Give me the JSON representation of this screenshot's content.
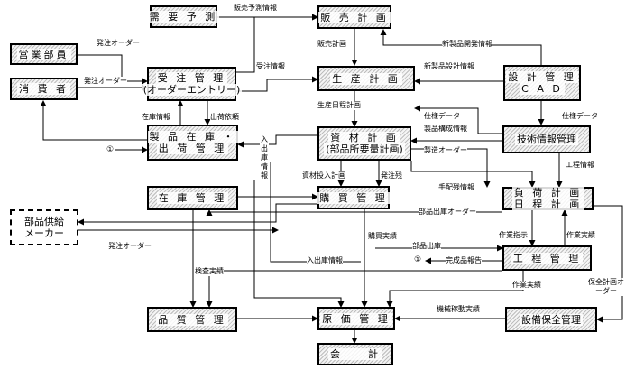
{
  "boxes": {
    "demand_forecast": "需 要 予 測",
    "sales_plan": "販 売 計 画",
    "sales_dept": "営業部員",
    "consumer": "消 費 者",
    "order_mgmt_line1": "受 注 管 理",
    "order_mgmt_line2": "(オーダーエントリー)",
    "production_plan": "生 産 計 画",
    "design_mgmt_line1": "設 計 管 理",
    "design_mgmt_line2": "C A D",
    "product_inventory_line1": "製 品 在 庫 ・",
    "product_inventory_line2": "出 荷 管 理",
    "material_plan_line1": "資 材 計 画",
    "material_plan_line2": "(部品所要量計画)",
    "tech_info_mgmt": "技術情報管理",
    "inventory_mgmt": "在 庫 管 理",
    "purchase_mgmt": "購 買 管 理",
    "load_plan_line1": "負 荷 計 画",
    "load_plan_line2": "日 程 計 画",
    "parts_supplier_line1": "部品供給",
    "parts_supplier_line2": "メーカー",
    "process_mgmt": "工 程 管 理",
    "quality_mgmt": "品 質 管 理",
    "cost_mgmt": "原 価 管 理",
    "equipment_maint": "設備保全管理",
    "accounting": "会　　計"
  },
  "flow_labels": {
    "sales_forecast_info": "販売予測情報",
    "order_out_1": "発注オーダー",
    "order_out_2": "発注オーダー",
    "sales_plan_flow": "販売計画",
    "new_product_dev_info": "新製品開発情報",
    "order_info": "受注情報",
    "new_product_design_info": "新製品設計情報",
    "production_schedule": "生産日程計画",
    "stock_info": "在庫情報",
    "ship_request": "出荷依頼",
    "stock_in_out_info": "入出庫情報",
    "spec_data_1": "仕様データ",
    "product_structure_info": "製品構成情報",
    "spec_data_2": "仕様データ",
    "manufacturing_order": "製造オーダー",
    "process_info": "工程情報",
    "material_input_plan": "資材投入計画",
    "order_placement": "発注残",
    "arrangement_info": "手配残情報",
    "parts_issue_order": "部品出庫オーダー",
    "order_out_3": "発注オーダー",
    "purchase_records": "購買実績",
    "parts_issue": "部品出庫",
    "work_instructions": "作業指示",
    "work_records_1": "作業実績",
    "stock_io_info_2": "入出庫情報",
    "finished_report": "完成品報告",
    "inspection_records": "検査実績",
    "work_records_2": "作業実績",
    "maint_plan_order": "保全計画オーダー",
    "machine_run_records": "機械稼動実績",
    "circle_1a": "①",
    "circle_1b": "①"
  }
}
